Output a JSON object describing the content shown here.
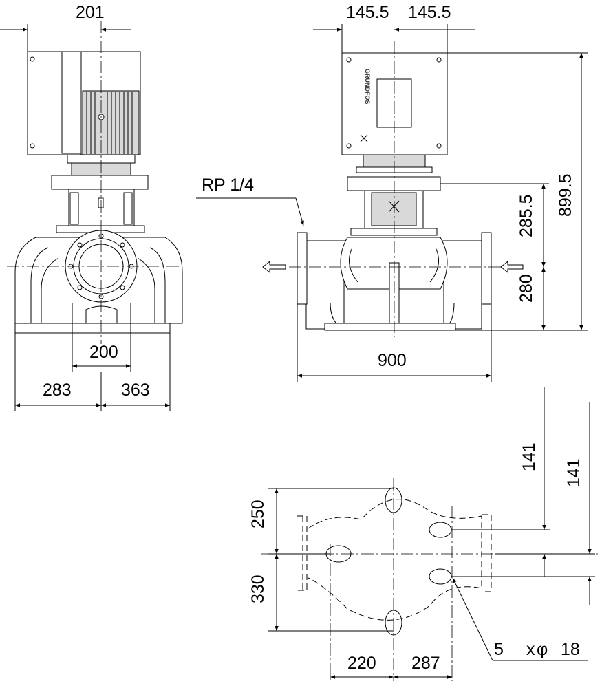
{
  "dimensions": {
    "side_view": {
      "motor_offset": "201",
      "flange_spacing": "200",
      "base_left": "283",
      "base_right": "363"
    },
    "front_view": {
      "motor_half_left": "145.5",
      "motor_half_right": "145.5",
      "connection_label": "RP 1/4",
      "height_coupling": "285.5",
      "height_total": "899.5",
      "height_port": "280",
      "length_ports": "900"
    },
    "foot_view": {
      "hole_top": "250",
      "hole_bottom": "330",
      "offset_upper": "141",
      "offset_lower": "141",
      "x_left": "220",
      "x_right": "287",
      "holes_count": "5",
      "holes_times": "x",
      "holes_diameter_symbol": "φ",
      "holes_diameter": "18"
    }
  },
  "brand_logo": "GRUNDFOS",
  "flow_arrows": {
    "direction": "right-to-left"
  }
}
